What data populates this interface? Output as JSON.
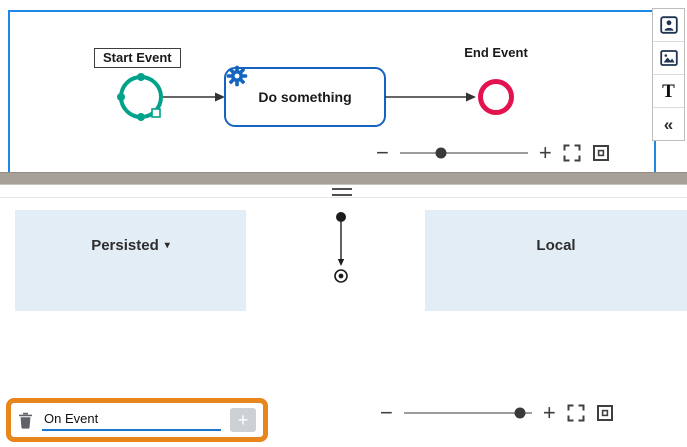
{
  "top_panel": {
    "diagram": {
      "start_event_label": "Start Event",
      "task_label": "Do something",
      "end_event_label": "End Event"
    },
    "zoom": {
      "minus": "−",
      "plus": "+",
      "thumb_left": "32%"
    }
  },
  "side_toolbar": {
    "items": [
      "user-icon",
      "image-icon",
      "text-icon",
      "collapse-icon"
    ],
    "text_tool_glyph": "T",
    "collapse_glyph": "«"
  },
  "bottom_panel": {
    "persisted_label": "Persisted",
    "persisted_caret": "▾",
    "local_label": "Local",
    "event_bar": {
      "input_value": "On Event",
      "add_label": "+"
    },
    "zoom": {
      "minus": "−",
      "plus": "+",
      "thumb_left": "91%"
    }
  },
  "icons": {
    "event_bar": [
      "trash-icon",
      "plus-button"
    ],
    "zoom_row": [
      "zoom-out-icon",
      "zoom-slider",
      "zoom-in-icon",
      "fit-screen-icon",
      "fit-selection-icon"
    ]
  },
  "colors": {
    "top_panel_border": "#1e88e5",
    "start_event": "#00a28a",
    "task_border": "#1565c0",
    "end_event": "#e2134f",
    "highlight_border": "#e8851d",
    "zone_bg": "#e3edf6",
    "input_underline": "#1976d2",
    "scrollbar": "#a7a099"
  }
}
